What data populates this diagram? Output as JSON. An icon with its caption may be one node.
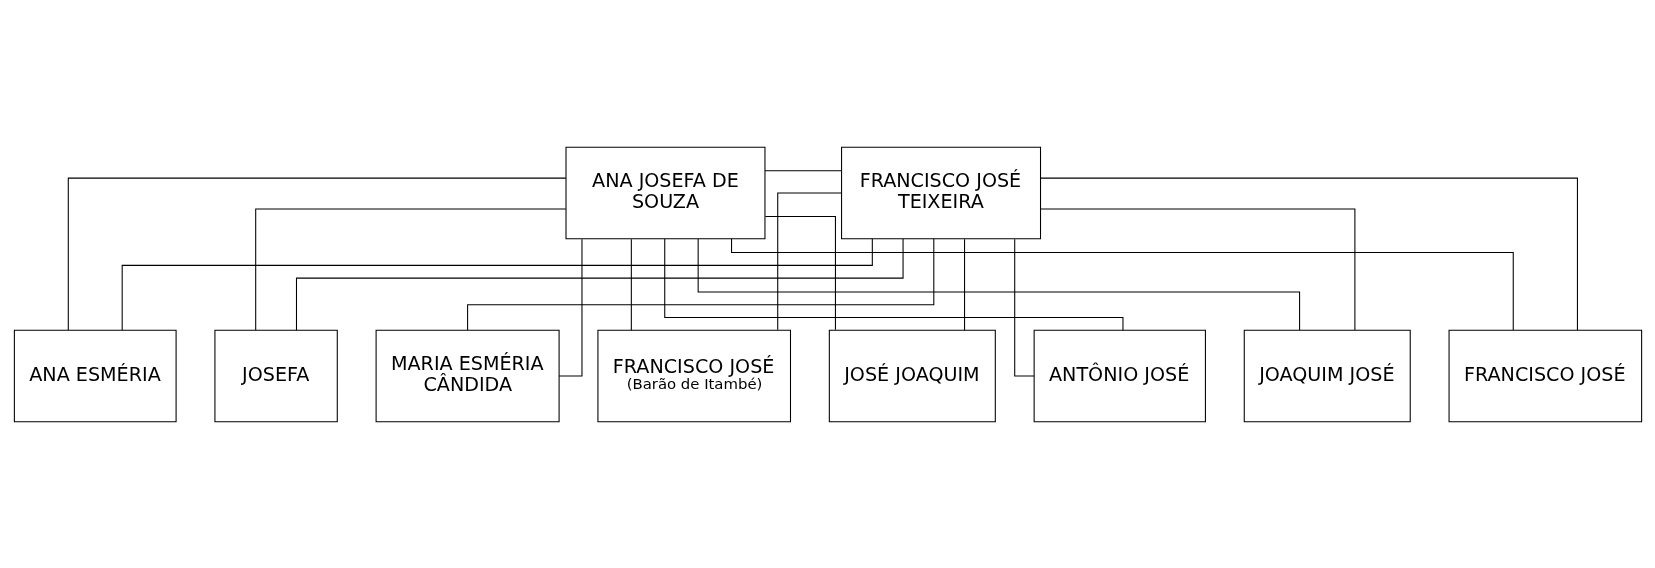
{
  "diagram": {
    "nodes": [
      {
        "text": [
          "ANA JOSEFA DE SOUZA"
        ]
      },
      {
        "text": [
          "FRANCISCO JOSÉ TEIXEIRA"
        ]
      },
      {
        "text": [
          "ANA ESMÉRIA"
        ]
      },
      {
        "text": [
          "JOSEFA"
        ]
      },
      {
        "text": [
          "MARIA ESMÉRIA CÂNDIDA"
        ]
      },
      {
        "text": [
          "FRANCISCO JOSÉ",
          "(Barão de Itambé)"
        ]
      },
      {
        "text": [
          "JOSÉ JOAQUIM"
        ]
      },
      {
        "text": [
          "ANTÔNIO JOSÉ"
        ]
      },
      {
        "text": [
          "JOAQUIM JOSÉ"
        ]
      },
      {
        "text": [
          "FRANCISCO JOSÉ"
        ]
      }
    ],
    "edges": [
      {
        "from": 0,
        "to": 1,
        "arrow": "none"
      },
      {
        "from": 0,
        "to": 2,
        "arrow": "none"
      },
      {
        "from": 1,
        "to": 2,
        "arrow": "none"
      },
      {
        "from": 0,
        "to": 3,
        "arrow": "none"
      },
      {
        "from": 1,
        "to": 3,
        "arrow": "none"
      },
      {
        "from": 0,
        "to": 4,
        "arrow": "none"
      },
      {
        "from": 1,
        "to": 4,
        "arrow": "none"
      },
      {
        "from": 0,
        "to": 5,
        "arrow": "none"
      },
      {
        "from": 1,
        "to": 5,
        "arrow": "none"
      },
      {
        "from": 0,
        "to": 6,
        "arrow": "none"
      },
      {
        "from": 1,
        "to": 6,
        "arrow": "none"
      },
      {
        "from": 0,
        "to": 7,
        "arrow": "none"
      },
      {
        "from": 1,
        "to": 7,
        "arrow": "none"
      },
      {
        "from": 0,
        "to": 8,
        "arrow": "none"
      },
      {
        "from": 1,
        "to": 8,
        "arrow": "none"
      },
      {
        "from": 0,
        "to": 9,
        "arrow": "none"
      },
      {
        "from": 1,
        "to": 9,
        "arrow": "none"
      }
    ]
  }
}
